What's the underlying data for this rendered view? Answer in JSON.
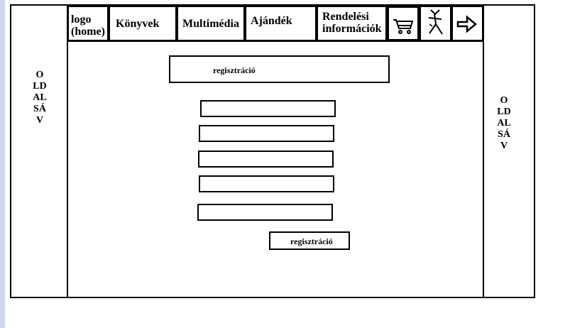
{
  "sidebars": {
    "left_label": "OLDALSÁV",
    "right_label": "OLDALSÁV"
  },
  "nav": {
    "logo": "logo (home)",
    "logo_line1": "logo",
    "logo_line2": "(home)",
    "books": "Könyvek",
    "multimedia": "Multimédia",
    "gifts": "Ajándék",
    "order_info_line1": "Rendelési",
    "order_info_line2": "információk"
  },
  "icons": {
    "cart": "cart-icon",
    "user": "user-icon",
    "arrow": "arrow-right-icon"
  },
  "main": {
    "title": "regisztráció",
    "submit_label": "regisztráció"
  }
}
